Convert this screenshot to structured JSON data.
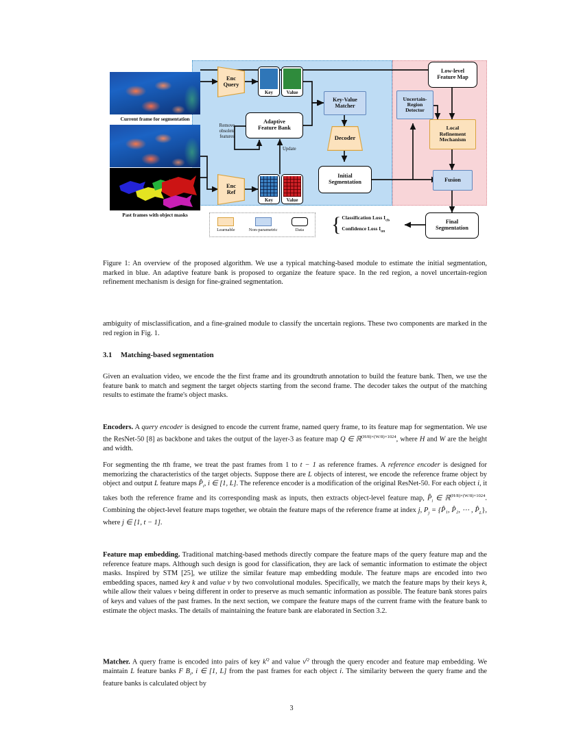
{
  "figure": {
    "thumbnails": [
      {
        "name": "current-frame",
        "caption": "Current frame for segmentation"
      },
      {
        "name": "past-frame",
        "caption": ""
      },
      {
        "name": "object-masks",
        "caption": "Past frames with object masks"
      }
    ],
    "regions": {
      "blue_label": "matching-based module region",
      "pink_label": "uncertain-region refinement region"
    },
    "nodes": {
      "enc_query": "Enc\nQuery",
      "enc_query_l1": "Enc",
      "enc_query_l2": "Query",
      "enc_ref_l1": "Enc",
      "enc_ref_l2": "Ref",
      "key": "Key",
      "value": "Value",
      "adaptive_feature_bank_l1": "Adaptive",
      "adaptive_feature_bank_l2": "Feature Bank",
      "key_value_matcher_l1": "Key-Value",
      "key_value_matcher_l2": "Matcher",
      "decoder": "Decoder",
      "initial_segmentation_l1": "Initial",
      "initial_segmentation_l2": "Segmentation",
      "low_level_feature_map_l1": "Low-level",
      "low_level_feature_map_l2": "Feature Map",
      "uncertain_region_detector_l1": "Uncertain-",
      "uncertain_region_detector_l2": "Region",
      "uncertain_region_detector_l3": "Detector",
      "local_refinement_l1": "Local",
      "local_refinement_l2": "Refinement",
      "local_refinement_l3": "Mechanism",
      "fusion": "Fusion",
      "final_segmentation_l1": "Final",
      "final_segmentation_l2": "Segmentation"
    },
    "edge_labels": {
      "remove_obsolete_l1": "Remove",
      "remove_obsolete_l2": "obsolete",
      "remove_obsolete_l3": "features",
      "update": "Update"
    },
    "legend": [
      {
        "label": "Learnable",
        "color": "#fce2bd"
      },
      {
        "label": "Non-parametric",
        "color": "#c6daf2"
      },
      {
        "label": "Data",
        "color": "#ffffff"
      }
    ],
    "losses": {
      "classification": "Classification Loss I",
      "classification_sub": "cls",
      "confidence": "Confidence Loss I",
      "confidence_sub": "un"
    }
  },
  "caption": {
    "text": "Figure 1: An overview of the proposed algorithm. We use a typical matching-based module to estimate the initial segmentation, marked in blue. An adaptive feature bank is proposed to organize the feature space. In the red region, a novel uncertain-region refinement mechanism is design for fine-grained segmentation."
  },
  "body": {
    "p_ambiguity": "ambiguity of misclassification, and a fine-grained module to classify the uncertain regions. These two components are marked in the red region in Fig. 1.",
    "section": {
      "number": "3.1",
      "title": "Matching-based segmentation"
    },
    "p_given": "Given an evaluation video, we encode the the first frame and its groundtruth annotation to build the feature bank. Then, we use the feature bank to match and segment the target objects starting from the second frame. The decoder takes the output of the matching results to estimate the frame's object masks.",
    "encoders": {
      "lead": "Encoders.",
      "part1": " A ",
      "em1": "query encoder",
      "part2": " is designed to encode the current frame, named query frame, to its feature map for segmentation. We use the ResNet-50 [8] as backbone and takes the output of the layer-3 as feature map ",
      "math": "Q ∈ ℝ",
      "math_sup": "(H/8)×(W/8)×1024",
      "part3": ", where ",
      "mh": "H",
      "part4": " and ",
      "mw": "W",
      "part5": " are the height and width."
    },
    "p_for_segmenting": {
      "s1": "For segmenting the ",
      "t": "t",
      "s2": "th frame, we treat the past frames from 1 to ",
      "t1": "t − 1",
      "s3": " as reference frames. A ",
      "em": "reference encoder",
      "s4": " is designed for memorizing the characteristics of the target objects. Suppose there are ",
      "L1": "L",
      "s5": " objects of interest, we encode the reference frame object by object and output ",
      "L2": "L",
      "s6": " feature maps ",
      "P1": "P̂",
      "P1sub": "i",
      "s7": ", ",
      "irange": "i ∈ [1, L]",
      "s8": ". The reference encoder is a modification of the original ResNet-50. For each object ",
      "i2": "i",
      "s9": ", it takes both the reference frame and its corresponding mask as inputs, then extracts object-level feature map, ",
      "P2": "P̂",
      "P2sub": "i",
      "P2rest": " ∈ ℝ",
      "P2sup": "(H/8)×(W/8)×1024",
      "s10": ". Combining the object-level feature maps together, we obtain the feature maps of the reference frame at index ",
      "j1": "j",
      "s11": ", ",
      "Pj": "P",
      "Pjsub": "j",
      "Pjrest": " = {P̂",
      "set": "₁, P̂₂, ⋯ , P̂",
      "Lsub": "L",
      "s12": "}, where ",
      "jrange": "j ∈ [1, t − 1]",
      "s13": "."
    },
    "feature_map_embedding": {
      "lead": "Feature map embedding.",
      "text": " Traditional matching-based methods directly compare the feature maps of the query feature map and the reference feature maps. Although such design is good for classification, they are lack of semantic information to estimate the object masks. Inspired by STM [25], we utilize the similar feature map embedding module. The feature maps are encoded into two embedding spaces, named ",
      "em1": "key k",
      "mid": " and ",
      "em2": "value v",
      "text2": " by two convolutional modules. Specifically, we match the feature maps by their keys ",
      "k": "k",
      "text3": ", while allow their values ",
      "v": "v",
      "text4": " being different in order to preserve as much semantic information as possible. The feature bank stores pairs of keys and values of the past frames. In the next section, we compare the feature maps of the current frame with the feature bank to estimate the object masks. The details of maintaining the feature bank are elaborated in Section 3.2."
    },
    "matcher": {
      "lead": "Matcher.",
      "t1": " A query frame is encoded into pairs of key ",
      "kq": "k",
      "kqsup": "Q",
      "t2": " and value ",
      "vq": "v",
      "vqsup": "Q",
      "t3": " through the query encoder and feature map embedding. We maintain ",
      "L": "L",
      "t4": " feature banks ",
      "fb": "F B",
      "fbsub": "i",
      "fbrest": ", i ∈ [1, L]",
      "t5": " from the past frames for each object ",
      "i": "i",
      "t6": ". The similarity between the query frame and the feature banks is calculated object by"
    }
  },
  "page_number": "3"
}
